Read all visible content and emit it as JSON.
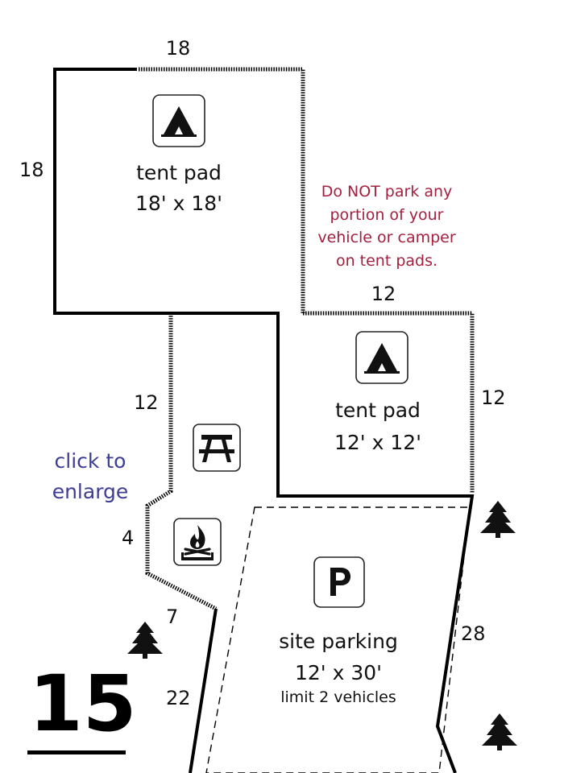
{
  "site": {
    "number": "15"
  },
  "tent_pad_large": {
    "title": "tent pad",
    "size": "18' x 18'"
  },
  "tent_pad_small": {
    "title": "tent pad",
    "size": "12' x 12'"
  },
  "parking": {
    "title": "site parking",
    "size": "12' x 30'",
    "limit": "limit 2 vehicles"
  },
  "warning": {
    "line1": "Do NOT park any",
    "line2": "portion of your",
    "line3": "vehicle or camper",
    "line4": "on tent pads."
  },
  "enlarge_link": {
    "line1": "click to",
    "line2": "enlarge"
  },
  "dimensions": {
    "top": "18",
    "left_upper": "18",
    "mid_top": "12",
    "right_mid": "12",
    "left_mid": "12",
    "left_notch": "4",
    "left_diag": "7",
    "left_lower": "22",
    "right_lower": "28"
  },
  "icons": [
    "tent-icon",
    "tent-icon",
    "picnic-table-icon",
    "campfire-icon",
    "parking-icon",
    "tree-icon"
  ],
  "colors": {
    "warning": "#a5203f",
    "link": "#3d3d96",
    "line": "#000000"
  }
}
